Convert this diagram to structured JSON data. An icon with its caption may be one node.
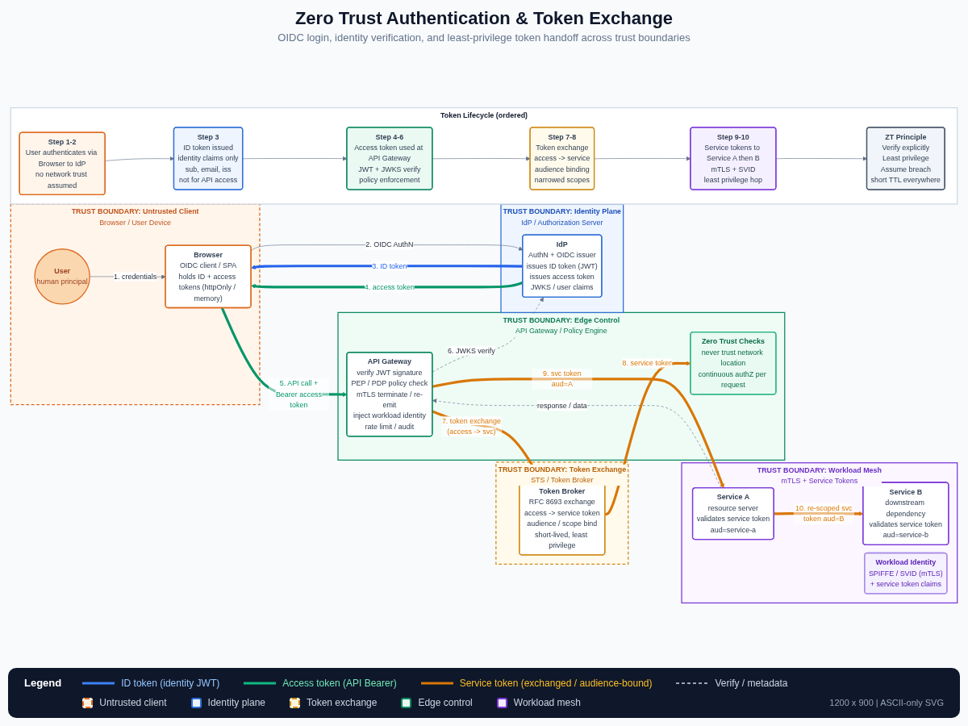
{
  "diagram": {
    "title": "Zero Trust Authentication & Token Exchange",
    "nodes": [
      {
        "text": [
          "TRUST BOUNDARY: Untrusted Client",
          "Browser / User Device"
        ]
      },
      {
        "text": [
          "User",
          "human principal"
        ],
        "in": 0
      },
      {
        "text": [
          "Browser",
          "OIDC client / SPA",
          "holds ID + access tokens (httpOnly / memory)"
        ],
        "in": 0
      },
      {
        "text": [
          "TRUST BOUNDARY: Identity Plane",
          "IdP / Authorization Server"
        ]
      },
      {
        "text": [
          "IdP",
          "AuthN + OIDC issuer",
          "issues ID token (JWT)",
          "issues access token",
          "JWKS / user claims"
        ],
        "in": 3
      },
      {
        "text": [
          "TRUST BOUNDARY: Token Exchange",
          "STS / Token Broker"
        ]
      },
      {
        "text": [
          "Token Broker",
          "RFC 8693 exchange",
          "access -> service token",
          "audience / scope bind",
          "short-lived, least privilege"
        ],
        "in": 5
      },
      {
        "text": [
          "TRUST BOUNDARY: Edge Control",
          "API Gateway / Policy Engine"
        ]
      },
      {
        "text": [
          "API Gateway",
          "verify JWT signature",
          "PEP / PDP policy check",
          "mTLS terminate / re-emit",
          "inject workload identity",
          "rate limit / audit"
        ],
        "in": 7
      },
      {
        "text": [
          "Zero Trust Checks",
          "never trust network location",
          "continuous authZ per request"
        ],
        "in": 7
      },
      {
        "text": [
          "TRUST BOUNDARY: Workload Mesh",
          "mTLS + Service Tokens"
        ]
      },
      {
        "text": [
          "Service A",
          "resource server",
          "validates service token",
          "aud=service-a"
        ],
        "in": 10
      },
      {
        "text": [
          "Service B",
          "downstream dependency",
          "validates service token",
          "aud=service-b"
        ],
        "in": 10
      },
      {
        "text": [
          "Workload Identity",
          "SPIFFE / SVID (mTLS)",
          "+ service token claims"
        ],
        "in": 10
      },
      {
        "text": [
          "Token Lifecycle (ordered)"
        ]
      },
      {
        "text": [
          "Step 1-2",
          "User authenticates via Browser to IdP",
          "no network trust assumed"
        ],
        "in": 14
      },
      {
        "text": [
          "Step 3",
          "ID token issued",
          "identity claims only",
          "sub, email, iss",
          "not for API access"
        ],
        "in": 14
      },
      {
        "text": [
          "Step 4-6",
          "Access token used at API Gateway",
          "JWT + JWKS verify",
          "policy enforcement"
        ],
        "in": 14
      },
      {
        "text": [
          "Step 7-8",
          "Token exchange",
          "access -> service",
          "audience binding",
          "narrowed scopes"
        ],
        "in": 14
      },
      {
        "text": [
          "Step 9-10",
          "Service tokens to Service A then B",
          "mTLS + SVID",
          "least privilege hop"
        ],
        "in": 14
      },
      {
        "text": [
          "ZT Principle",
          "Verify explicitly",
          "Least privilege",
          "Assume breach",
          "short TTL everywhere"
        ],
        "in": 14
      }
    ],
    "edges": [
      {
        "from": 1,
        "to": 2,
        "arrow": "to",
        "label": "1. credentials"
      },
      {
        "from": 2,
        "to": 4,
        "arrow": "to",
        "label": "2. OIDC AuthN"
      },
      {
        "from": 4,
        "to": 2,
        "arrow": "to",
        "label": "3. ID token",
        "style": "thick",
        "color": "#2563eb"
      },
      {
        "from": 4,
        "to": 2,
        "arrow": "to",
        "label": "4. access token",
        "style": "thick",
        "color": "#059669"
      },
      {
        "from": 2,
        "to": 8,
        "arrow": "to",
        "label": "5. API call + Bearer access token",
        "style": "thick",
        "color": "#059669"
      },
      {
        "from": 8,
        "to": 4,
        "arrow": "to",
        "label": "6. JWKS verify",
        "style": "dashed"
      },
      {
        "from": 8,
        "to": 6,
        "arrow": "to",
        "label": "7. token exchange (access -> svc)",
        "style": "thick",
        "color": "#d97706"
      },
      {
        "from": 6,
        "to": 9,
        "arrow": "to",
        "label": "8. service token",
        "style": "thick",
        "color": "#d97706"
      },
      {
        "from": 8,
        "to": 11,
        "arrow": "to",
        "label": "9. svc token aud=A",
        "style": "thick",
        "color": "#d97706"
      },
      {
        "from": 11,
        "to": 8,
        "arrow": "to",
        "label": "response / data",
        "style": "dashed"
      },
      {
        "from": 11,
        "to": 12,
        "arrow": "to",
        "label": "10. re-scoped svc token aud=B",
        "style": "thick",
        "color": "#d97706"
      },
      {
        "from": 15,
        "to": 16,
        "arrow": "to"
      },
      {
        "from": 16,
        "to": 17,
        "arrow": "to"
      },
      {
        "from": 17,
        "to": 18,
        "arrow": "to"
      },
      {
        "from": 18,
        "to": 19,
        "arrow": "to"
      },
      {
        "from": 19,
        "to": 20,
        "arrow": "to"
      }
    ],
    "labels": [
      "OIDC login, identity verification, and least-privilege token handoff across trust boundaries",
      "Legend",
      "1200 x 900 | ASCII-only SVG"
    ],
    "legend": [
      {
        "text": "ID token (identity JWT)"
      },
      {
        "text": "Access token (API Bearer)"
      },
      {
        "text": "Service token (exchanged / audience-bound)"
      },
      {
        "text": "Verify / metadata"
      },
      {
        "text": "Untrusted client",
        "color": "#fdf0e2"
      },
      {
        "text": "Identity plane",
        "color": "#eaf2ff"
      },
      {
        "text": "Token exchange",
        "color": "#fff6dc"
      },
      {
        "text": "Edge control",
        "color": "#e8f9f1"
      },
      {
        "text": "Workload mesh",
        "color": "#f3edff"
      }
    ]
  }
}
